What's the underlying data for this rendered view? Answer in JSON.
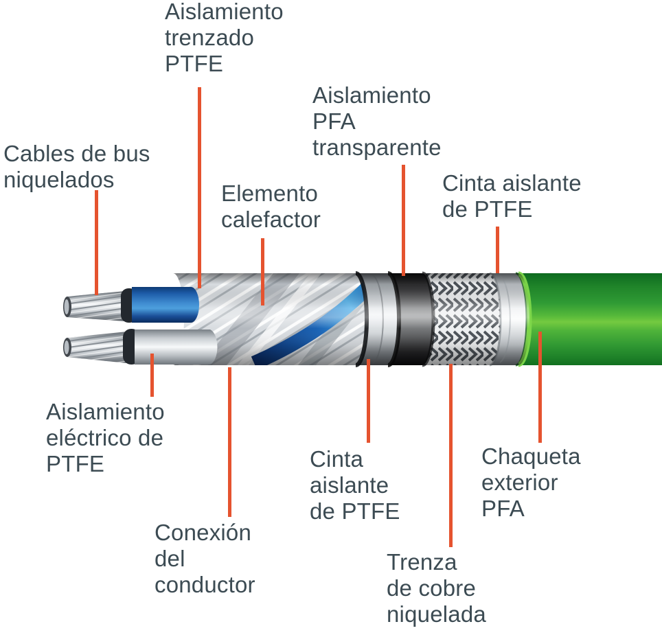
{
  "diagram": {
    "type": "cable-cutaway",
    "language": "es",
    "colors": {
      "label_text": "#3C4B53",
      "leader_line": "#E5532F",
      "jacket_green": "#2F9A34",
      "insulation_blue": "#2F7BC4",
      "braid_silver": "#D8DCE0",
      "background": "#FFFFFF"
    },
    "labels": [
      {
        "id": "braided-ptfe-insulation",
        "lines": [
          "Aislamiento",
          "trenzado",
          "PTFE"
        ]
      },
      {
        "id": "nickel-bus-wires",
        "lines": [
          "Cables de bus",
          "niquelados"
        ]
      },
      {
        "id": "pfa-transparent",
        "lines": [
          "Aislamiento",
          "PFA",
          "transparente"
        ]
      },
      {
        "id": "heating-element",
        "lines": [
          "Elemento",
          "calefactor"
        ]
      },
      {
        "id": "ptfe-tape-top",
        "lines": [
          "Cinta aislante",
          "de PTFE"
        ]
      },
      {
        "id": "ptfe-electrical",
        "lines": [
          "Aislamiento",
          "eléctrico de",
          "PTFE"
        ]
      },
      {
        "id": "conductor-connection",
        "lines": [
          "Conexión",
          "del",
          "conductor"
        ]
      },
      {
        "id": "ptfe-tape-bottom",
        "lines": [
          "Cinta",
          "aislante",
          "de PTFE"
        ]
      },
      {
        "id": "nickel-copper-braid",
        "lines": [
          "Trenza",
          "de cobre",
          "niquelada"
        ]
      },
      {
        "id": "outer-jacket-pfa",
        "lines": [
          "Chaqueta",
          "exterior",
          "PFA"
        ]
      }
    ]
  }
}
